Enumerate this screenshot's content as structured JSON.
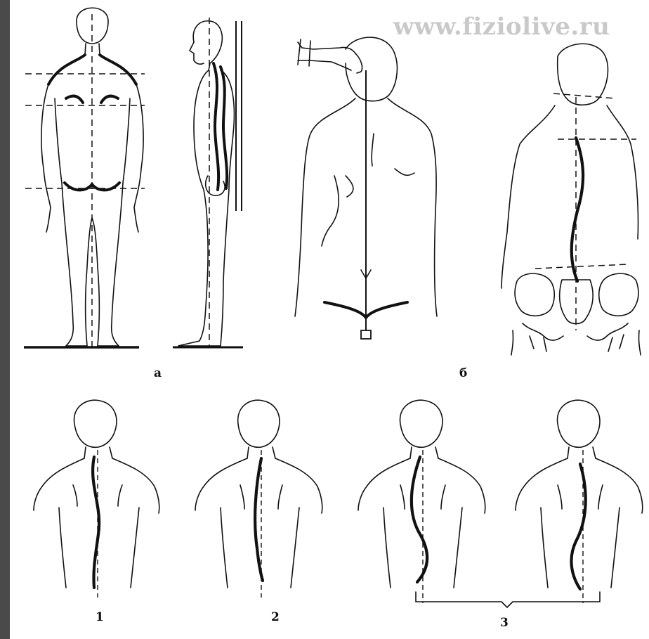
{
  "watermark": "www.fiziolive.ru",
  "labels": {
    "a": "а",
    "b": "б",
    "one": "1",
    "two": "2",
    "three": "3"
  }
}
